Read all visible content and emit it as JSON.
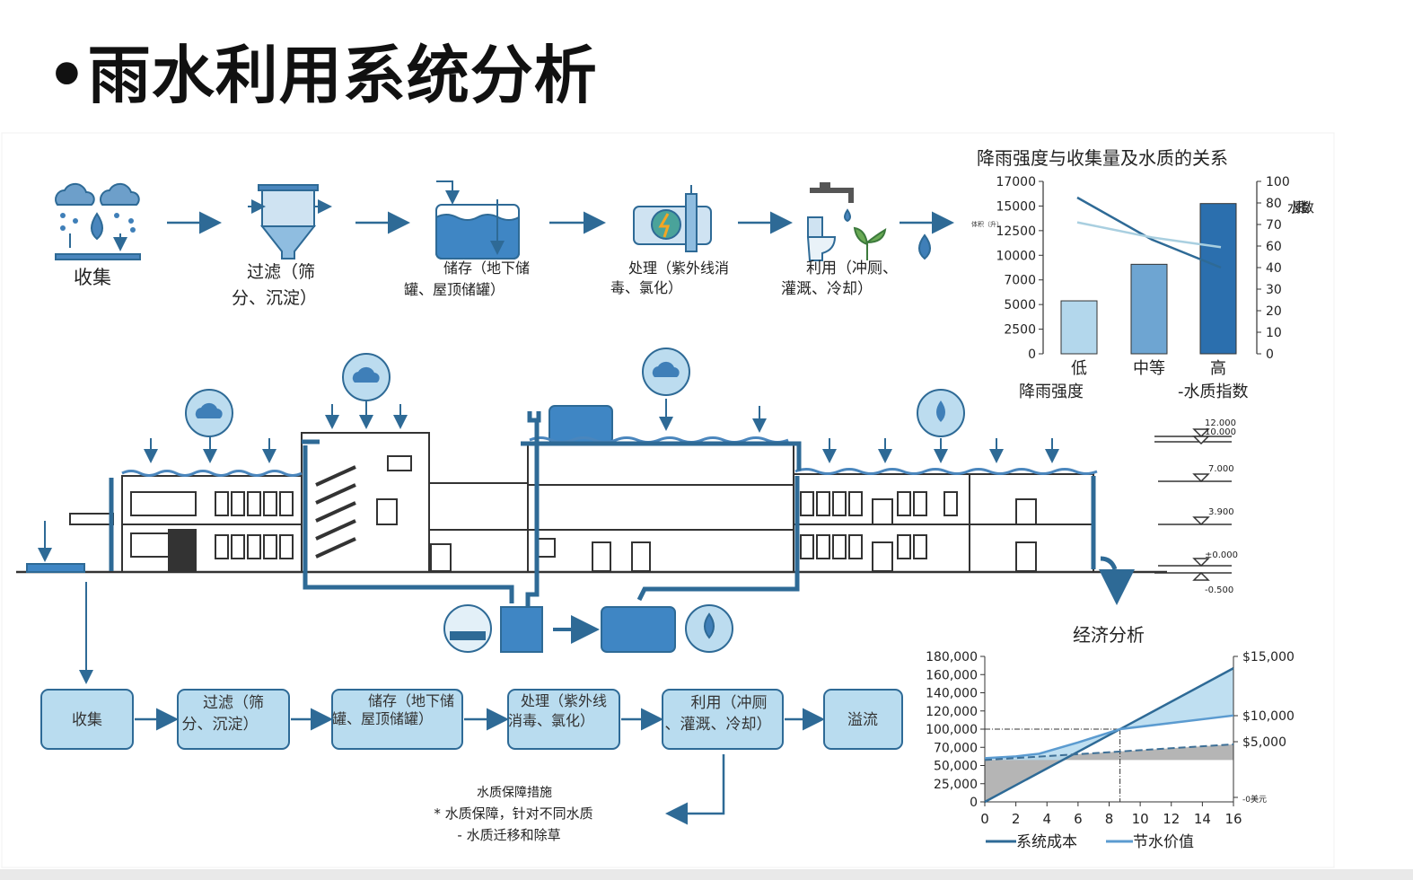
{
  "title": "•雨水利用系统分析",
  "colors": {
    "dark_blue": "#2e6a96",
    "mid_blue": "#5b9bd0",
    "light_blue": "#b4d9ef",
    "bar_low": "#b3d7ec",
    "bar_mid": "#6ea5d2",
    "bar_high": "#2b6fae",
    "gray_fill": "#a8a8a8"
  },
  "top_flow": {
    "steps": [
      {
        "icon": "rain-cloud-icon",
        "line1": "收集",
        "line2": ""
      },
      {
        "icon": "filter-icon",
        "line1": "过滤（筛",
        "line2": "分、沉淀）"
      },
      {
        "icon": "storage-tank-icon",
        "line1": "储存（地下储",
        "line2": "罐、屋顶储罐）"
      },
      {
        "icon": "uv-treatment-icon",
        "line1": "处理（紫外线消",
        "line2": "毒、氯化）"
      },
      {
        "icon": "faucet-toilet-plant-icon",
        "line1": "利用（冲厕、",
        "line2": "灌溉、冷却）"
      },
      {
        "icon": "water-drop-icon",
        "line1": "",
        "line2": ""
      }
    ]
  },
  "elevations": [
    "12.000",
    "10.000",
    "7.000",
    "3.900",
    "±0.000",
    "-0.500"
  ],
  "bottom_flow": {
    "steps": [
      {
        "line1": "收集",
        "line2": ""
      },
      {
        "line1": "过滤（筛",
        "line2": "分、沉淀）"
      },
      {
        "line1": "储存（地下储",
        "line2": "罐、屋顶储罐）"
      },
      {
        "line1": "处理（紫外线",
        "line2": "消毒、氯化）"
      },
      {
        "line1": "利用（冲厕",
        "line2": "、灌溉、冷却）"
      },
      {
        "line1": "溢流",
        "line2": ""
      }
    ],
    "note": {
      "title": "水质保障措施",
      "line1": "* 水质保障，针对不同水质",
      "line2": "- 水质迁移和除草"
    }
  },
  "chart_data": [
    {
      "type": "bar",
      "title": "降雨强度与收集量及水质的关系",
      "xlabel": "降雨强度",
      "xlabel_right": "-水质指数",
      "ylabel": "体积（升）",
      "ylabel_right": "水质指数",
      "categories": [
        "低",
        "中等",
        "高"
      ],
      "values": [
        5300,
        8900,
        15200
      ],
      "yticks": [
        "0",
        "2500",
        "5000",
        "7000",
        "10000",
        "12500",
        "15000",
        "17000"
      ],
      "ytick_values": [
        0,
        2500,
        5000,
        7000,
        10000,
        12500,
        15000,
        17000
      ],
      "yticks_right": [
        "0",
        "10",
        "20",
        "30",
        "40",
        "60",
        "70",
        "80",
        "100"
      ],
      "ytick_right_values": [
        0,
        10,
        20,
        30,
        40,
        60,
        70,
        80,
        100
      ],
      "lines": [
        {
          "values": [
            85,
            63,
            40
          ],
          "color": "#2e6a96"
        },
        {
          "values": [
            71,
            64,
            59
          ],
          "color": "#a9cfe0"
        }
      ]
    },
    {
      "type": "line",
      "title": "经济分析",
      "x": [
        0,
        2,
        4,
        6,
        8,
        10,
        12,
        14,
        16
      ],
      "xticks": [
        "0",
        "2",
        "4",
        "6",
        "8",
        "10",
        "12",
        "14",
        "16"
      ],
      "yticks": [
        "0",
        "25,000",
        "50,000",
        "70,000",
        "100,000",
        "120,000",
        "140,000",
        "160,000",
        "180,000"
      ],
      "ytick_values": [
        0,
        25000,
        50000,
        70000,
        100000,
        120000,
        140000,
        160000,
        180000
      ],
      "yticks_right": [
        "$15,000",
        "$10,000",
        "$5,000",
        "-0美元"
      ],
      "series": [
        {
          "name": "系统成本",
          "points": [
            [
              0,
              0
            ],
            [
              16,
              167000
            ]
          ],
          "color": "#2e6a96"
        },
        {
          "name": "节水价值",
          "points": [
            [
              0,
              58000
            ],
            [
              2,
              60000
            ],
            [
              3.5,
              63000
            ],
            [
              6,
              78000
            ],
            [
              8.7,
              100000
            ],
            [
              16,
              115000
            ]
          ],
          "color": "#5b9bd0"
        },
        {
          "points": [
            [
              0,
              56000
            ],
            [
              16,
              75000
            ]
          ],
          "color": "#3d6f96",
          "dashed": true
        }
      ],
      "break_even": {
        "x": 8.7,
        "y": 100000
      },
      "legend": "bottom"
    }
  ]
}
